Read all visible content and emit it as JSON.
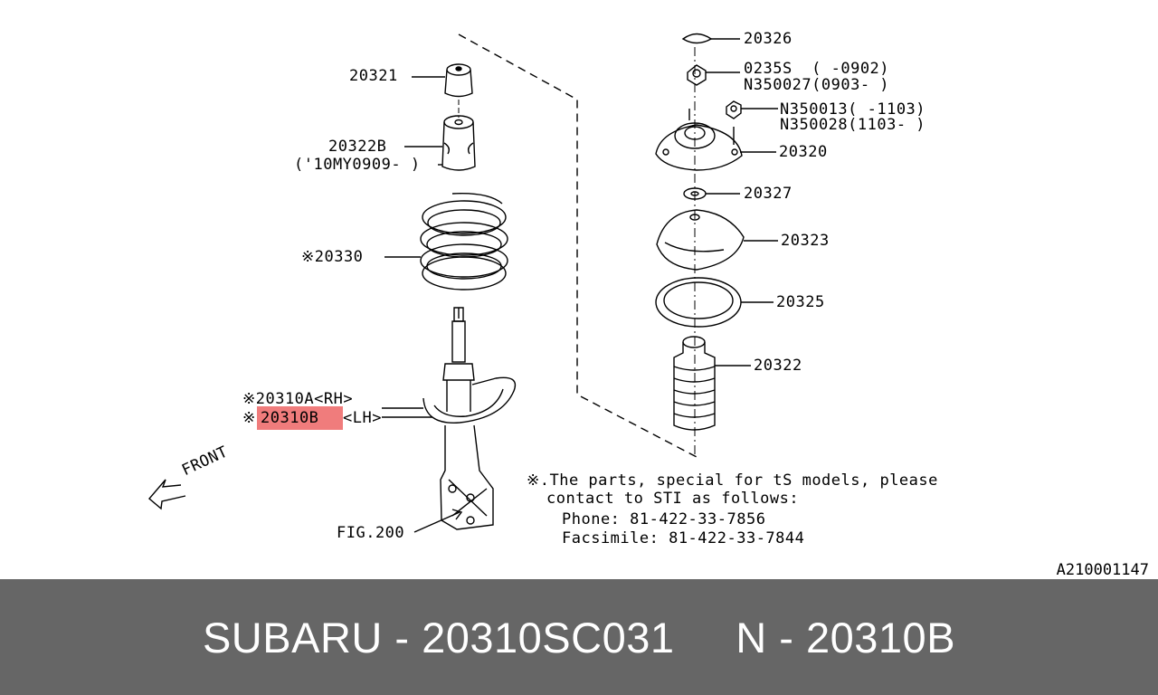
{
  "callouts": {
    "p20321": "20321",
    "p20322b": "20322B",
    "p20322b_note": "('10MY0909- )",
    "p20330": "※20330",
    "p20310a": "※20310A<RH>",
    "p20310b_mark": "※",
    "p20310b": "20310B",
    "p20310b_side": "<LH>",
    "fig200": "FIG.200",
    "front": "FRONT",
    "p20326": "20326",
    "p0235s": "0235S  ( -0902)",
    "pn350027": "N350027(0903- )",
    "pn350013": "N350013( -1103)",
    "pn350028": "N350028(1103- )",
    "p20320": "20320",
    "p20327": "20327",
    "p20323": "20323",
    "p20325": "20325",
    "p20322": "20322"
  },
  "note": {
    "line1": "※.The parts, special for tS models, please",
    "line2": "contact to STI as follows:",
    "line3": "Phone: 81-422-33-7856",
    "line4": "Facsimile: 81-422-33-7844"
  },
  "diagram_code": "A210001147",
  "footer": {
    "text": "SUBARU - 20310SC031     N - 20310B"
  },
  "colors": {
    "highlight": "#f07c7c",
    "footer_bg": "#666666",
    "footer_text": "#ffffff",
    "line": "#000000"
  }
}
